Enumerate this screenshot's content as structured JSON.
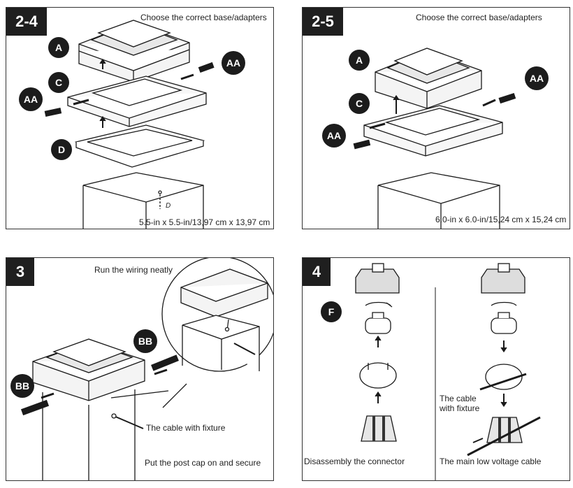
{
  "panels": {
    "p24": {
      "step": "2-4",
      "heading": "Choose the correct base/adapters",
      "dimension": "5.5-in x 5.5-in/13,97 cm x 13,97 cm",
      "callouts": [
        "A",
        "C",
        "D",
        "AA",
        "AA"
      ],
      "hole_label": "D"
    },
    "p25": {
      "step": "2-5",
      "heading": "Choose the correct base/adapters",
      "dimension": "6.0-in x 6.0-in/15,24 cm x 15,24 cm",
      "callouts": [
        "A",
        "C",
        "AA",
        "AA"
      ]
    },
    "p3": {
      "step": "3",
      "heading": "Run the wiring neatly",
      "cable_label": "The cable with fixture",
      "footer": "Put the post cap on and secure",
      "callouts": [
        "BB",
        "BB"
      ]
    },
    "p4": {
      "step": "4",
      "callout": "F",
      "left_caption": "Disassembly the connector",
      "cable_label_line1": "The cable",
      "cable_label_line2": "with fixture",
      "right_caption": "The main low voltage cable"
    }
  }
}
